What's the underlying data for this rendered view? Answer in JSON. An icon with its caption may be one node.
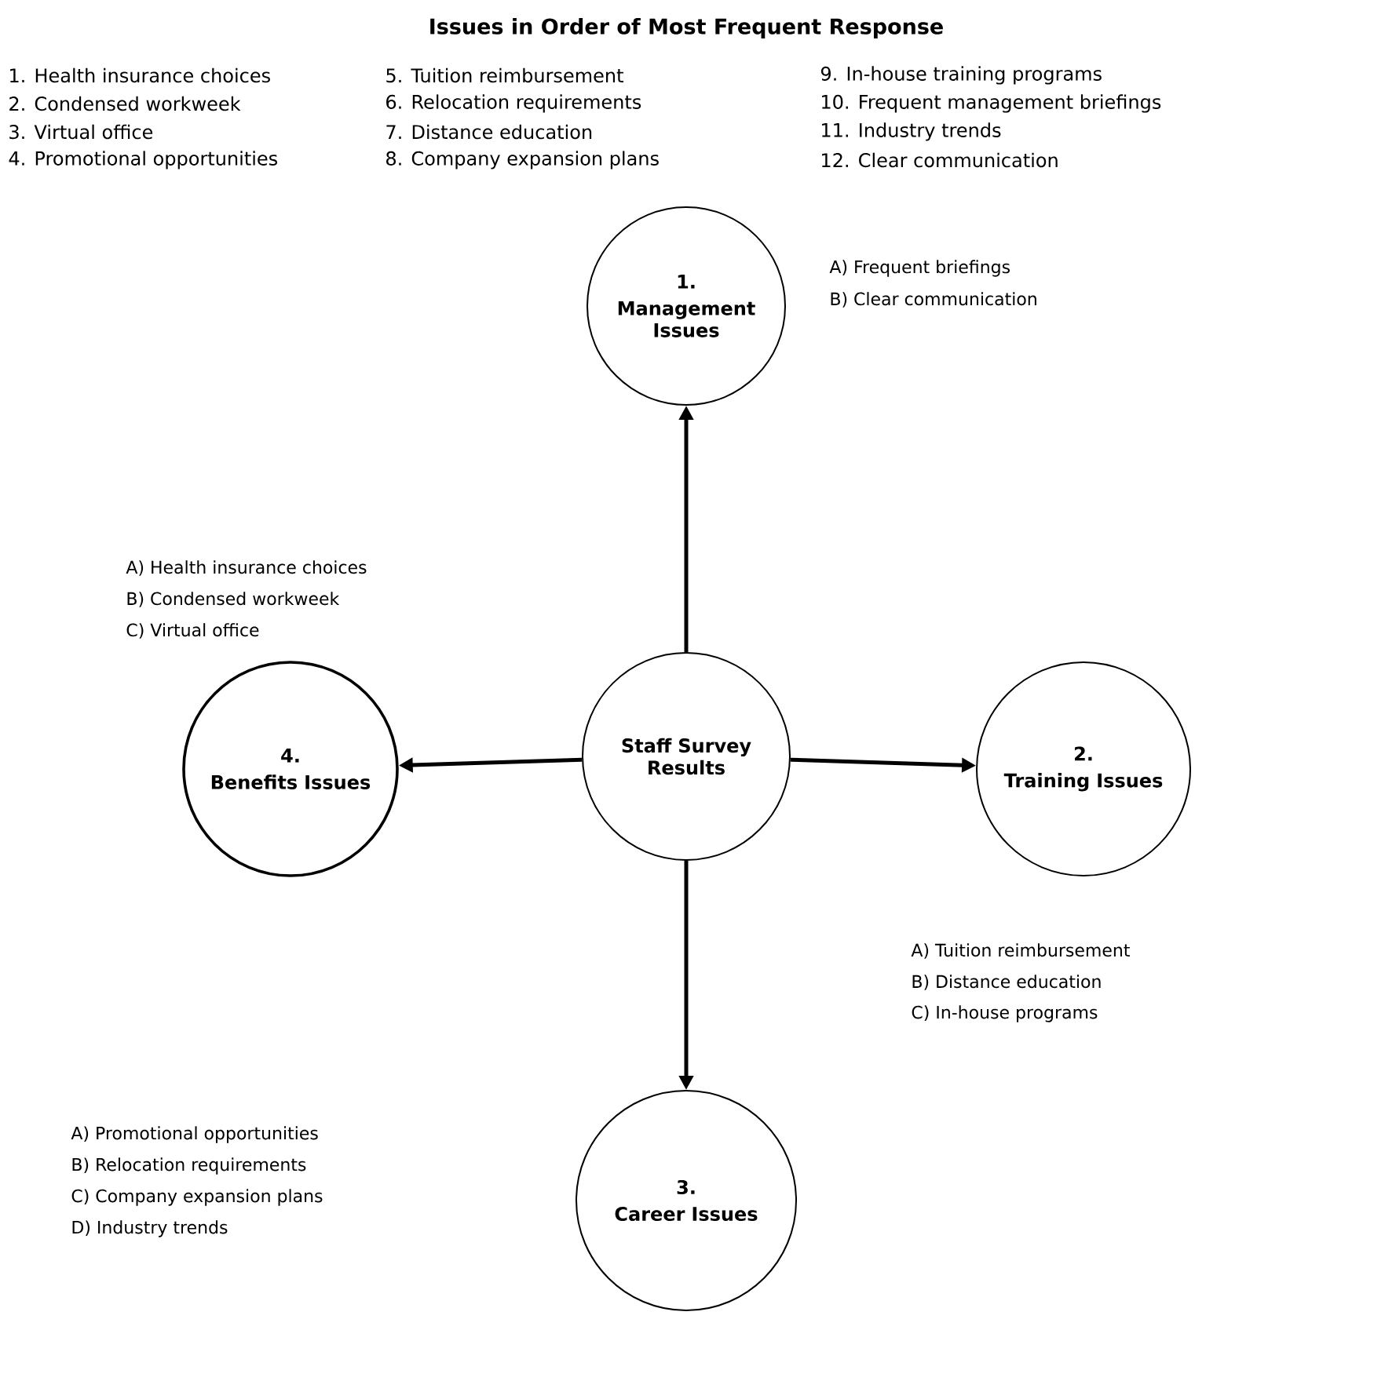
{
  "diagram": {
    "title": "Issues in Order of Most Frequent Response",
    "nodes": [
      {
        "text": [
          "Staff Survey Results"
        ]
      },
      {
        "text": [
          "1.",
          "Management Issues"
        ],
        "beside": [
          "A) Frequent briefings",
          "B) Clear communication"
        ]
      },
      {
        "text": [
          "2.",
          "Training Issues"
        ],
        "beside": [
          "A) Tuition reimbursement",
          "B) Distance education",
          "C) In-house programs"
        ]
      },
      {
        "text": [
          "3.",
          "Career Issues"
        ],
        "beside": [
          "A) Promotional opportunities",
          "B) Relocation requirements",
          "C) Company expansion plans",
          "D) Industry trends"
        ]
      },
      {
        "text": [
          "4.",
          "Benefits Issues"
        ],
        "beside": [
          "A) Health insurance choices",
          "B) Condensed workweek",
          "C) Virtual office"
        ]
      }
    ],
    "edges": [
      {
        "from": 0,
        "to": 1,
        "arrow": "to"
      },
      {
        "from": 0,
        "to": 2,
        "arrow": "to"
      },
      {
        "from": 0,
        "to": 3,
        "arrow": "to"
      },
      {
        "from": 0,
        "to": 4,
        "arrow": "to"
      }
    ],
    "labels": [
      "1. Health insurance choices",
      "2. Condensed workweek",
      "3. Virtual office",
      "4. Promotional opportunities",
      "5. Tuition reimbursement",
      "6. Relocation requirements",
      "7. Distance education",
      "8. Company expansion plans",
      "9. In-house training programs",
      "10. Frequent management briefings",
      "11. Industry trends",
      "12. Clear communication"
    ]
  }
}
